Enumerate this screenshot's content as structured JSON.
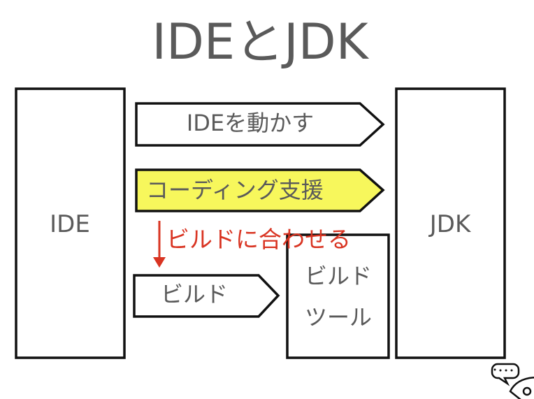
{
  "title": "IDEとJDK",
  "ide_box": {
    "label": "IDE"
  },
  "jdk_box": {
    "label": "JDK"
  },
  "arrows": {
    "run_ide": "IDEを動かす",
    "coding_support": "コーディング支援",
    "build": "ビルド"
  },
  "build_tool": {
    "line1": "ビルド",
    "line2": "ツール"
  },
  "annotation": "ビルドに合わせる",
  "colors": {
    "highlight": "#f7f75c",
    "accent_red": "#d93422",
    "text": "#5a5a5a"
  }
}
